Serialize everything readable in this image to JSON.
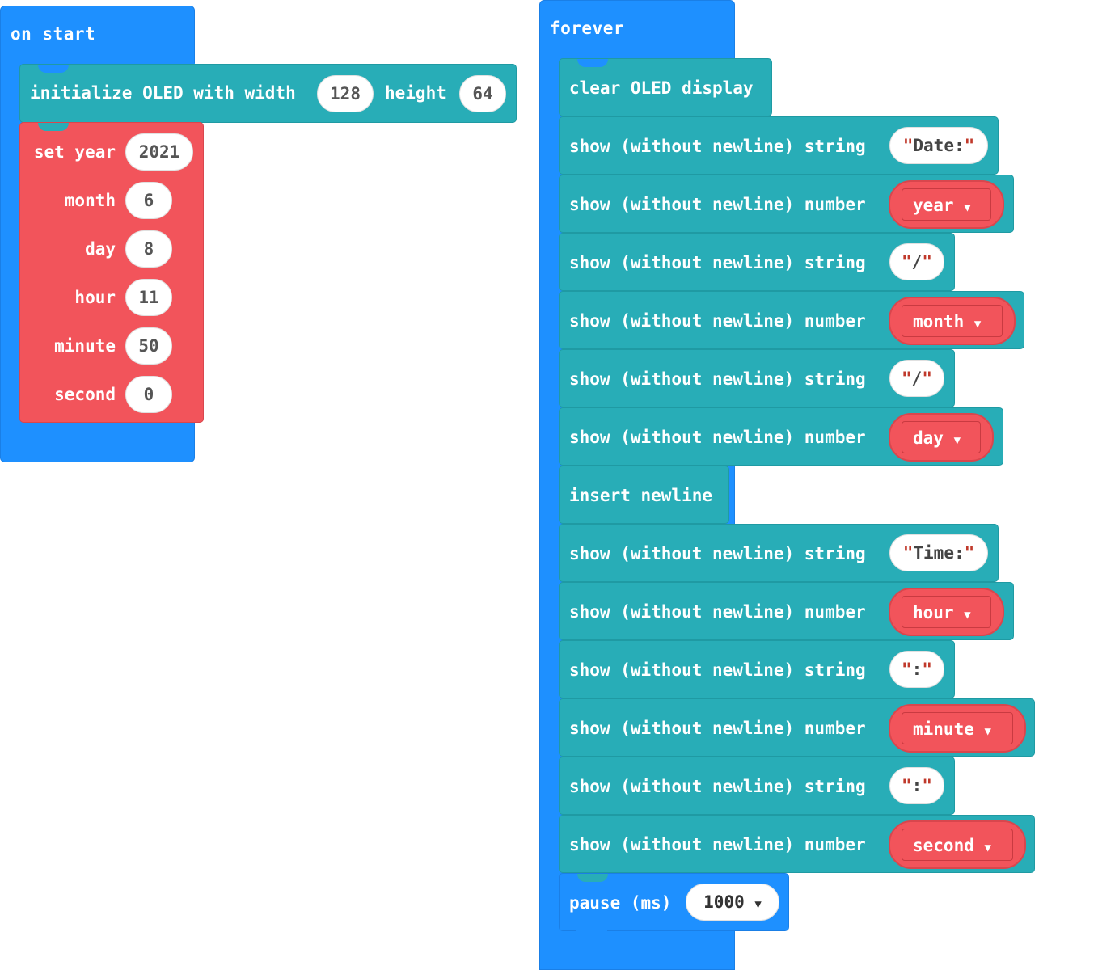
{
  "on_start": {
    "label": "on start",
    "init": {
      "label": "initialize OLED with width",
      "width": "128",
      "height_label": "height",
      "height": "64"
    },
    "set": {
      "set_label": "set year",
      "year": "2021",
      "month_label": "month",
      "month": "6",
      "day_label": "day",
      "day": "8",
      "hour_label": "hour",
      "hour": "11",
      "minute_label": "minute",
      "minute": "50",
      "second_label": "second",
      "second": "0"
    }
  },
  "forever": {
    "label": "forever",
    "clear": "clear OLED display",
    "show_string": "show (without newline) string",
    "show_number": "show (without newline) number",
    "insert_newline": "insert newline",
    "strings": {
      "date": "Date:",
      "slash": "/",
      "time": "Time:",
      "colon": ":"
    },
    "vars": {
      "year": "year",
      "month": "month",
      "day": "day",
      "hour": "hour",
      "minute": "minute",
      "second": "second"
    },
    "pause": {
      "label": "pause (ms)",
      "value": "1000"
    }
  },
  "caret": "▼",
  "colors": {
    "hat": "#1e90ff",
    "oled": "#28adb7",
    "rtc": "#f2545b"
  }
}
